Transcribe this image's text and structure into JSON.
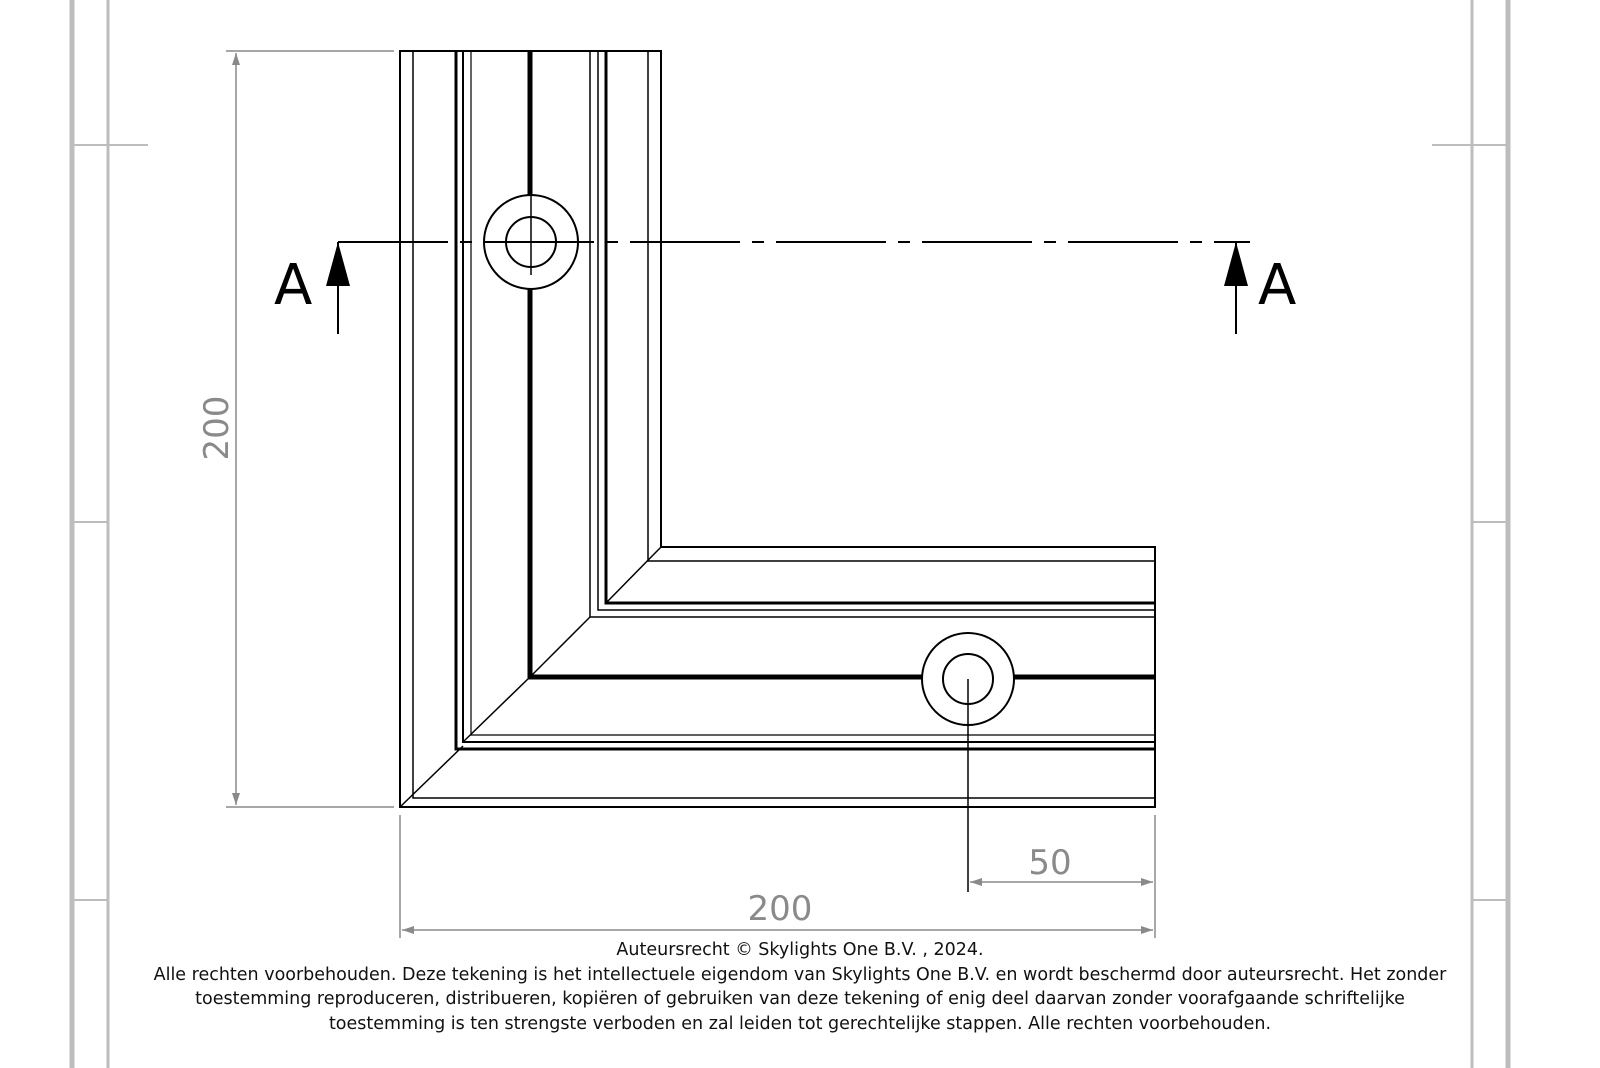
{
  "drawing": {
    "section_marker_left": "A",
    "section_marker_right": "A",
    "dim_height": "200",
    "dim_width": "200",
    "dim_hole_offset": "50"
  },
  "copyright": {
    "line1": "Auteursrecht © Skylights One B.V. , 2024.",
    "line2": "Alle rechten voorbehouden. Deze tekening is het intellectuele eigendom van Skylights One B.V. en wordt beschermd door auteursrecht. Het zonder",
    "line3": "toestemming reproduceren, distribueren, kopiëren of gebruiken van deze tekening of enig deel daarvan zonder voorafgaande schriftelijke",
    "line4": "toestemming is ten strengste verboden en zal leiden tot gerechtelijke stappen. Alle rechten voorbehouden."
  }
}
